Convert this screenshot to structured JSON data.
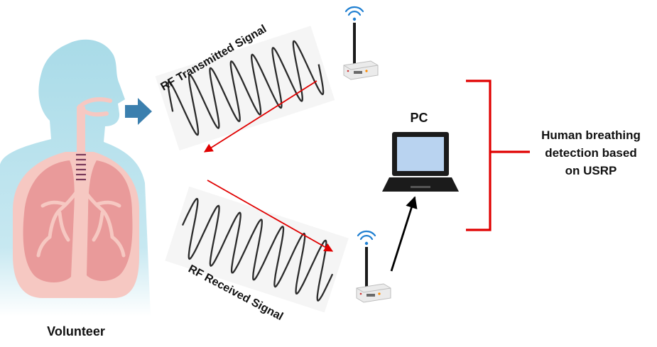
{
  "labels": {
    "volunteer": "Volunteer",
    "tx_signal": "RF Transmitted Signal",
    "rx_signal": "RF Received Signal",
    "pc": "PC",
    "result_line1": "Human breathing",
    "result_line2": "detection based",
    "result_line3": "on USRP"
  },
  "icons": {
    "body": "human-respiratory-system-icon",
    "arrow": "breath-arrow-icon",
    "tx_device": "usrp-transmitter-icon",
    "rx_device": "usrp-receiver-icon",
    "wifi": "wifi-signal-icon",
    "laptop": "laptop-icon"
  },
  "colors": {
    "skin": "#a9dbe8",
    "lung": "#e9999a",
    "bronchi": "#f6c8c2",
    "breath_arrow": "#3b7fae",
    "signal_arrow": "#e00000",
    "bracket": "#e00000",
    "wifi": "#1f7fd1"
  }
}
